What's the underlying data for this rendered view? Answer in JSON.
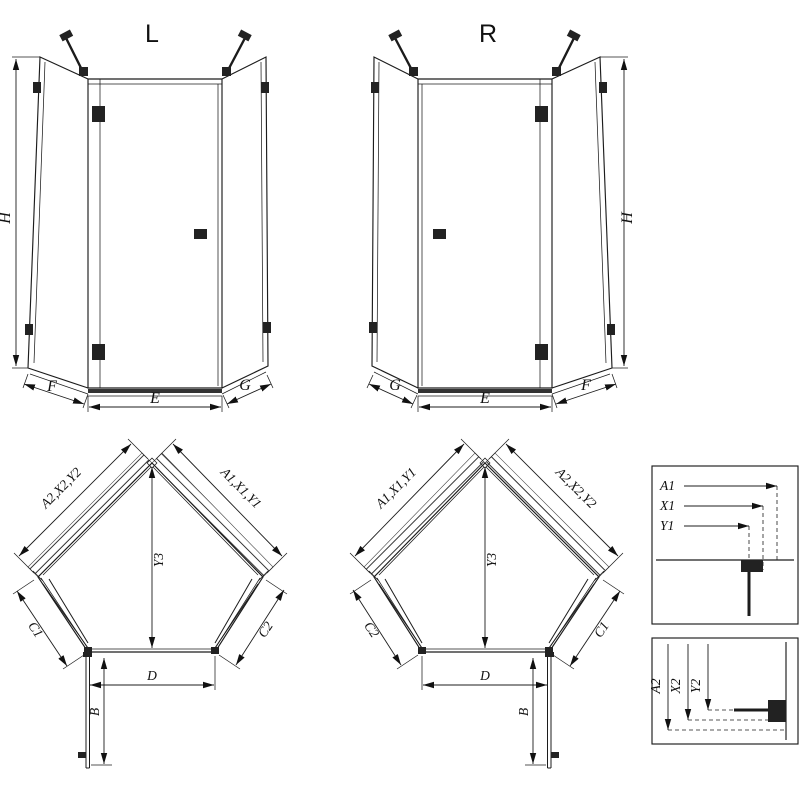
{
  "drawing": {
    "title_left": "L",
    "title_right": "R",
    "dim_height": "H",
    "dim_left_panel": "F",
    "dim_door": "E",
    "dim_right_panel": "G",
    "plan": {
      "wall_a2": "A2,X2,Y2",
      "wall_a1": "A1,X1,Y1",
      "depth": "Y3",
      "side_c1": "C1",
      "side_c2": "C2",
      "front": "D",
      "door_width": "B"
    },
    "detail_h": {
      "a1": "A1",
      "x1": "X1",
      "y1": "Y1"
    },
    "detail_v": {
      "a2": "A2",
      "x2": "X2",
      "y2": "Y2"
    }
  }
}
